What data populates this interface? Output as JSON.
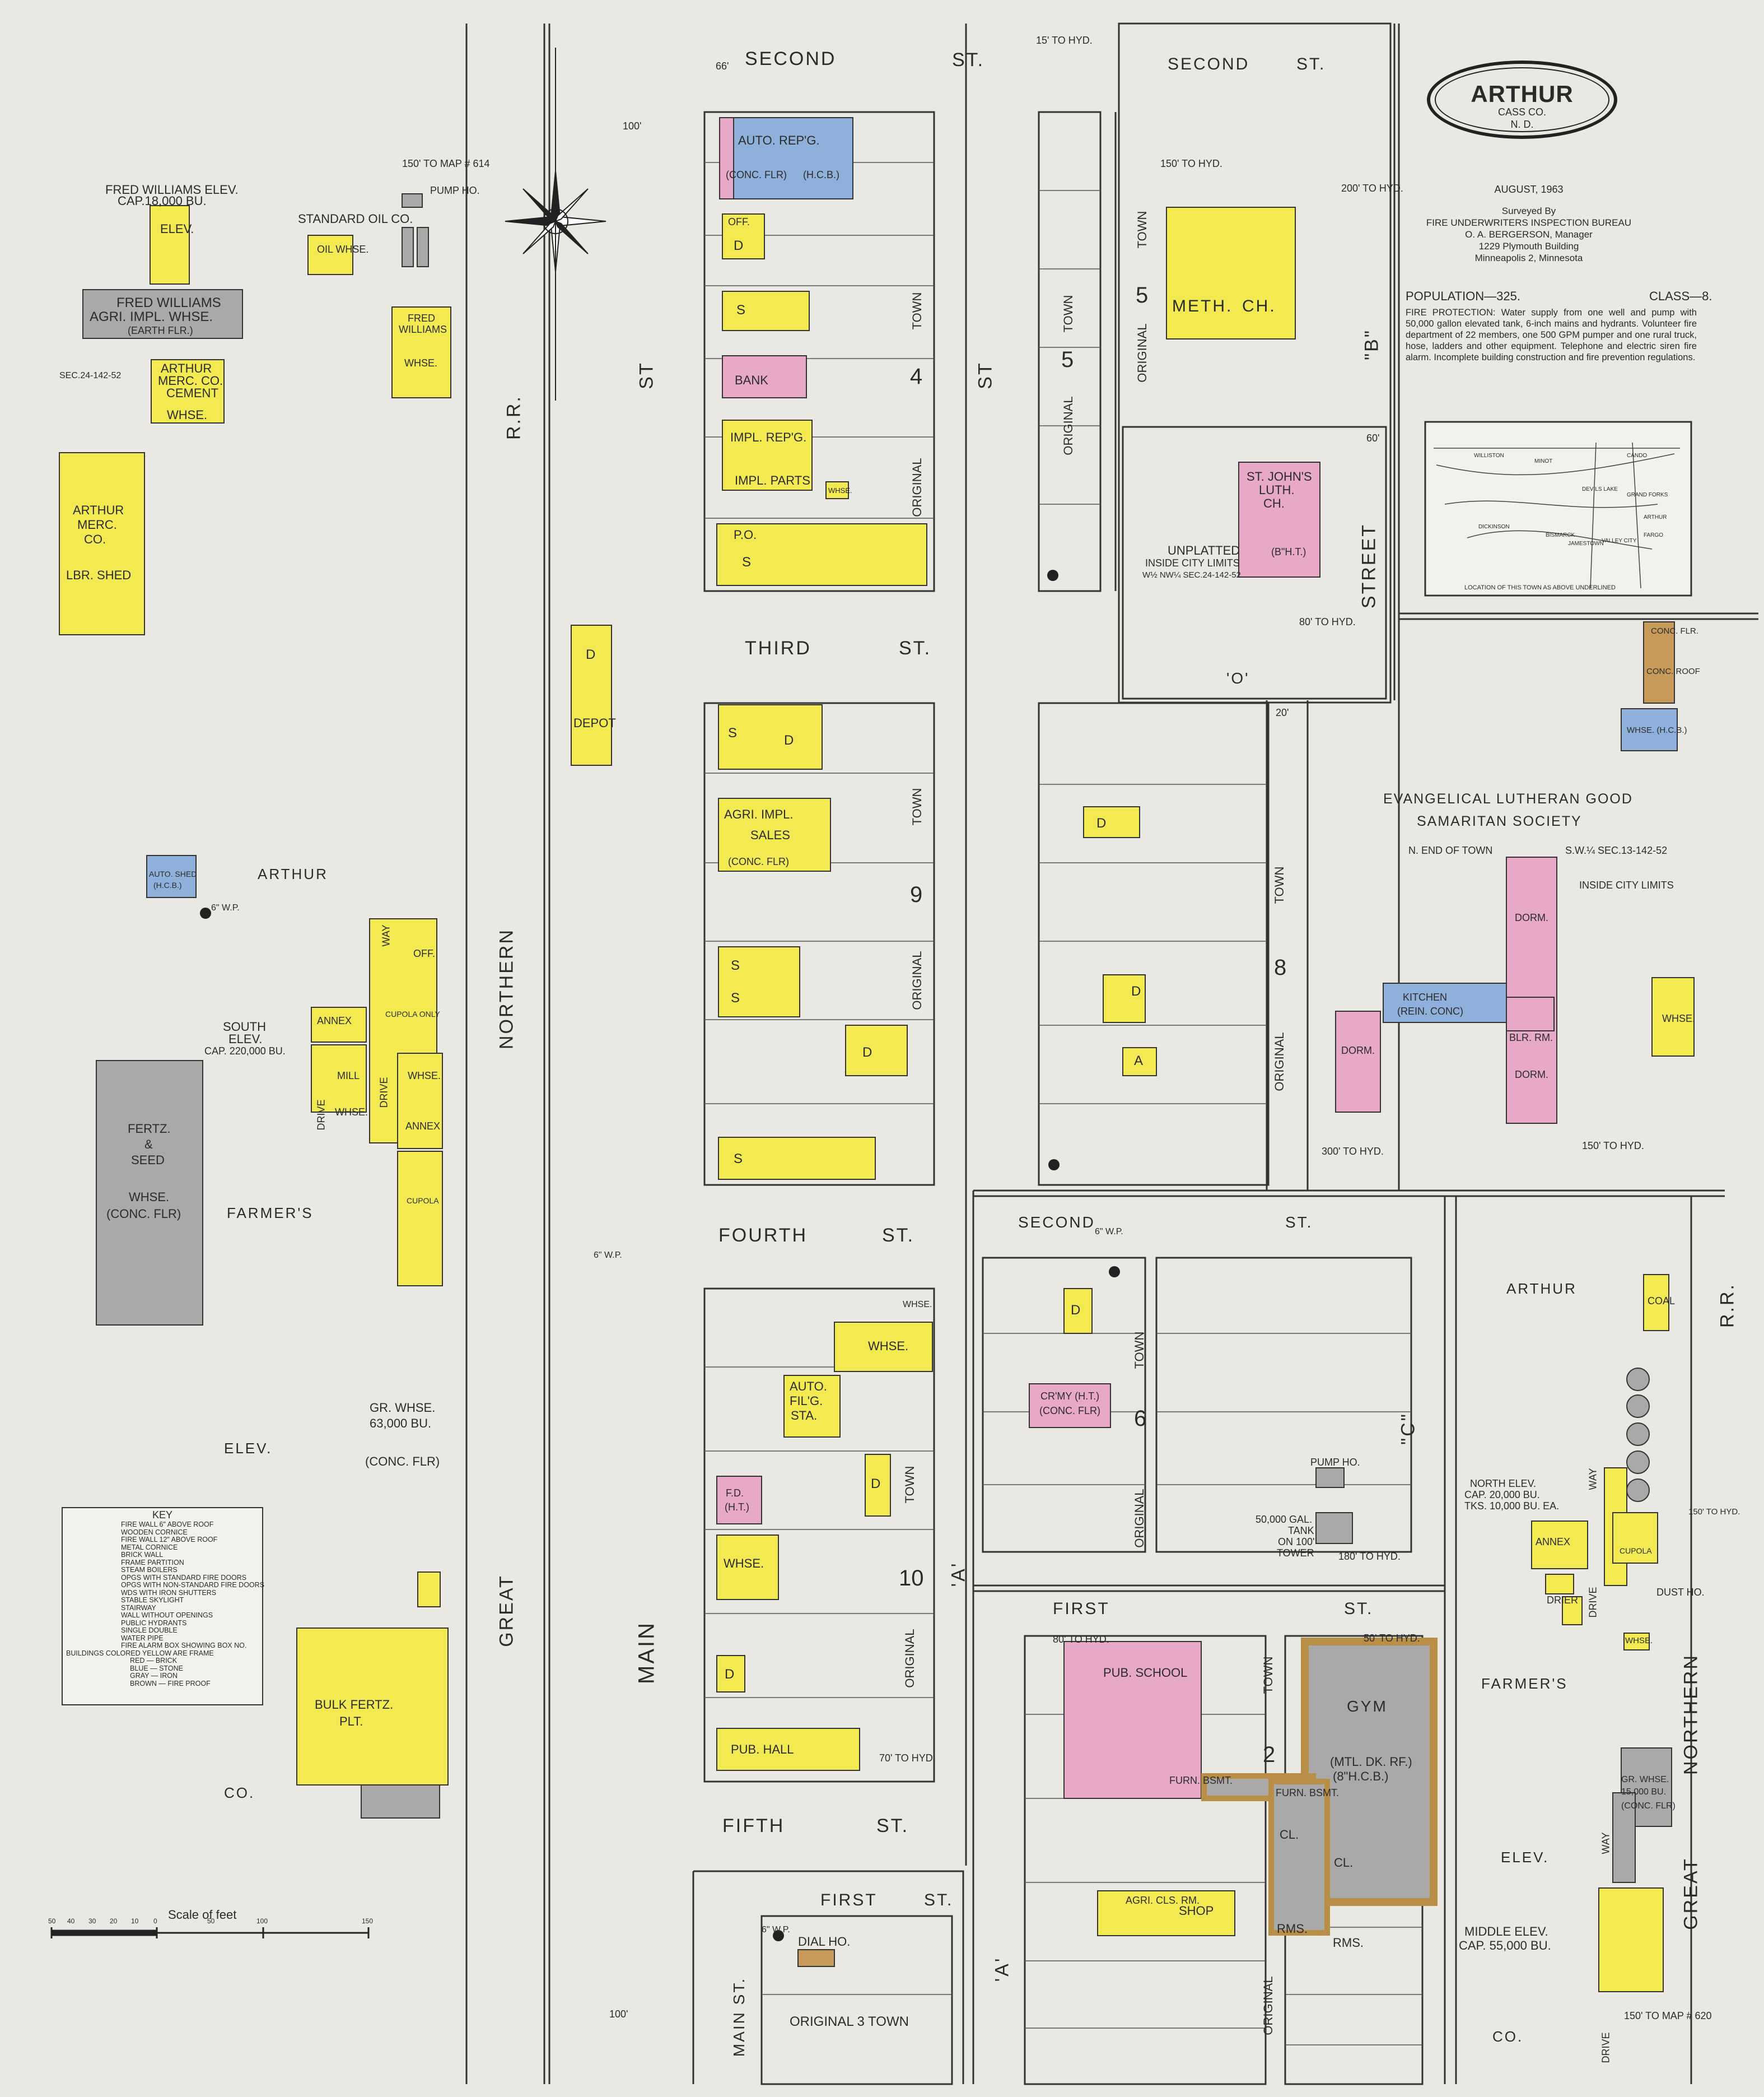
{
  "title": {
    "town": "ARTHUR",
    "county": "CASS CO.",
    "state": "N. D.",
    "date": "AUGUST, 1963",
    "surveyed_by": [
      "Surveyed By",
      "FIRE UNDERWRITERS INSPECTION BUREAU",
      "O. A. BERGERSON, Manager",
      "1229 Plymouth Building",
      "Minneapolis 2, Minnesota"
    ],
    "population": "POPULATION—325.",
    "class": "CLASS—8.",
    "fire_protection": "FIRE PROTECTION: Water supply from one well and pump with 50,000 gallon elevated tank, 6-inch mains and hydrants. Volunteer fire department of 22 members, one 500 GPM pumper and one rural truck, hose, ladders and other equipment. Telephone and electric siren fire alarm. Incomplete building construction and fire prevention regulations.",
    "inset_caption": "LOCATION OF THIS TOWN AS ABOVE UNDERLINED",
    "inset_places": [
      "WILLISTON",
      "MINOT",
      "DEVILS LAKE",
      "CANDO",
      "GRAND FORKS",
      "BISMARCK",
      "JAMESTOWN",
      "DICKINSON",
      "ARTHUR",
      "FARGO",
      "VALLEY CITY"
    ]
  },
  "colors": {
    "frame": "#f3ea52",
    "brick": "#e8a9c8",
    "stone": "#8fb0da",
    "iron": "#a9a9a9",
    "fireproof": "#c89a5a",
    "paper": "#e9e8e2",
    "ink": "#2b2b2b"
  },
  "streets": {
    "second_st": "SECOND",
    "st": "ST.",
    "third_st": "THIRD",
    "fourth_st": "FOURTH",
    "fifth_st": "FIFTH",
    "first_st": "FIRST",
    "main": "MAIN",
    "st_plain": "ST",
    "street": "STREET",
    "great": "GREAT",
    "northern": "NORTHERN",
    "rr": "R.R.",
    "b": "\"B\"",
    "c": "\"C\"",
    "a": "'A'",
    "o_st": "'O'",
    "main_st": "MAIN ST.",
    "town": "TOWN",
    "original": "ORIGINAL",
    "original_3_town": "ORIGINAL 3 TOWN"
  },
  "areas": {
    "arthur_w": "ARTHUR",
    "farmers_w": "FARMER'S",
    "elev_w": "ELEV.",
    "co_w": "CO.",
    "arthur_e": "ARTHUR",
    "farmers_e": "FARMER'S",
    "elev_e": "ELEV.",
    "co_e": "CO.",
    "evangelical": "EVANGELICAL LUTHERAN GOOD",
    "samaritan": "SAMARITAN SOCIETY",
    "n_end": "N. END OF TOWN",
    "sec_13": "S.W.¼ SEC.13-142-52",
    "inside_limits": "INSIDE CITY LIMITS",
    "unplatted": "UNPLATTED",
    "inside_city": "INSIDE CITY LIMITS",
    "w_half": "W½ NW¼ SEC.24-142-52",
    "sec24": "SEC.24-142-52"
  },
  "buildings": {
    "fred_elev_title": "FRED WILLIAMS ELEV.",
    "fred_elev_cap": "CAP.18,000 BU.",
    "elev": "ELEV.",
    "fred_impl_1": "FRED WILLIAMS",
    "fred_impl_2": "AGRI. IMPL. WHSE.",
    "earth_flr": "(EARTH FLR.)",
    "amc_cement_1": "ARTHUR",
    "amc_cement_2": "MERC. CO.",
    "amc_cement_3": "CEMENT",
    "whse": "WHSE.",
    "amc_lbr_1": "ARTHUR",
    "amc_lbr_2": "MERC.",
    "amc_lbr_3": "CO.",
    "lbr_shed": "LBR. SHED",
    "standard_oil": "STANDARD OIL CO.",
    "oil_whse": "OIL WHSE.",
    "pump_ho": "PUMP HO.",
    "fred_whse_1": "FRED",
    "fred_whse_2": "WILLIAMS",
    "auto_shed": "AUTO. SHED",
    "hcb": "(H.C.B.)",
    "south_elev_1": "SOUTH",
    "south_elev_2": "ELEV.",
    "south_cap": "CAP. 220,000 BU.",
    "annex": "ANNEX",
    "mill": "MILL",
    "off": "OFF.",
    "cupola_only": "CUPOLA ONLY",
    "cupola": "CUPOLA",
    "annex2": "ANNEX",
    "way": "WAY",
    "drive": "DRIVE",
    "fertz_1": "FERTZ.",
    "fertz_2": "&",
    "fertz_3": "SEED",
    "conc_flr": "(CONC. FLR)",
    "gr_whse": "GR. WHSE.",
    "gr_cap": "63,000 BU.",
    "bulk_1": "BULK FERTZ.",
    "bulk_2": "PLT.",
    "depot": "DEPOT",
    "auto_repg": "AUTO. REP'G.",
    "conc_flr2": "(CONC. FLR)",
    "bank": "BANK",
    "impl_repg": "IMPL. REP'G.",
    "impl_parts": "IMPL. PARTS",
    "po": "P.O.",
    "agri_impl_1": "AGRI. IMPL.",
    "agri_impl_2": "SALES",
    "auto_filg_1": "AUTO.",
    "auto_filg_2": "FIL'G.",
    "auto_filg_3": "STA.",
    "fd": "F.D.",
    "ht": "(H.T.)",
    "pub_hall": "PUB. HALL",
    "meth_ch": "METH.",
    "ch": "CH.",
    "st_johns_1": "ST. JOHN'S",
    "st_johns_2": "LUTH.",
    "st_johns_3": "CH.",
    "bht": "(B\"H.T.)",
    "crmy": "CR'MY (H.T.)",
    "pump_ho2": "PUMP HO.",
    "tank_1": "50,000 GAL.",
    "tank_2": "TANK",
    "tank_3": "ON 100'",
    "tank_4": "TOWER",
    "pub_school": "PUB. SCHOOL",
    "gym": "GYM",
    "gym_2": "(MTL. DK. RF.)",
    "gym_3": "(8\"H.C.B.)",
    "furn_bsmt": "FURN. BSMT.",
    "cl": "CL.",
    "rms": "RMS.",
    "agri_cls": "AGRI. CLS. RM.",
    "shop": "SHOP",
    "dial_ho": "DIAL HO.",
    "dorm": "DORM.",
    "kitchen": "KITCHEN",
    "rein_conc": "(REIN. CONC)",
    "blr_rm": "BLR. RM.",
    "coal": "COAL",
    "north_elev": "NORTH ELEV.",
    "north_cap": "CAP. 20,000 BU.",
    "tks": "TKS. 10,000 BU. EA.",
    "drier": "DRIER",
    "dust_ho": "DUST HO.",
    "gr_whse2": "GR. WHSE.",
    "gr_cap2": "15,000 BU.",
    "middle_elev": "MIDDLE ELEV.",
    "middle_cap": "CAP. 55,000 BU.",
    "conc_flr_roof": "CONC. FLR.",
    "conc_roof": "CONC. ROOF",
    "whse_hcb": "WHSE. (H.C.B.)"
  },
  "key": {
    "title": "KEY",
    "rows": [
      "FIRE WALL 6\" ABOVE ROOF",
      "WOODEN CORNICE",
      "FIRE WALL 12\" ABOVE ROOF",
      "METAL CORNICE",
      "BRICK WALL",
      "FRAME PARTITION",
      "STEAM BOILERS",
      "OPGS WITH STANDARD FIRE DOORS",
      "OPGS WITH NON-STANDARD FIRE DOORS",
      "WDS WITH IRON SHUTTERS",
      "STABLE    SKYLIGHT",
      "STAIRWAY",
      "WALL WITHOUT OPENINGS",
      "PUBLIC HYDRANTS",
      "SINGLE   DOUBLE",
      "WATER PIPE",
      "FIRE ALARM BOX SHOWING BOX NO.",
      "BUILDINGS COLORED YELLOW ARE FRAME",
      "RED — BRICK",
      "BLUE — STONE",
      "GRAY — IRON",
      "BROWN — FIRE PROOF"
    ],
    "scale": "Scale of feet",
    "scale_ticks": [
      "50",
      "40",
      "30",
      "20",
      "10",
      "0",
      "50",
      "100",
      "150"
    ]
  },
  "notes": {
    "hyd_15": "15' TO HYD.",
    "hyd_150": "150' TO HYD.",
    "hyd_200": "200' TO HYD.",
    "hyd_80": "80' TO HYD.",
    "hyd_70": "70' TO HYD.",
    "hyd_300": "300' TO HYD.",
    "hyd_150b": "150' TO HYD.",
    "hyd_180": "180' TO HYD.",
    "hyd_50": "50' TO HYD.",
    "hyd_80b": "80' TO HYD.",
    "hyd_150c": "150' TO HYD.",
    "map_614": "150' TO MAP # 614",
    "map_620": "150' TO MAP # 620",
    "wp": "6\" W.P.",
    "width_66": "66'",
    "width_60": "60'",
    "width_100": "100'",
    "width_20": "20'"
  }
}
